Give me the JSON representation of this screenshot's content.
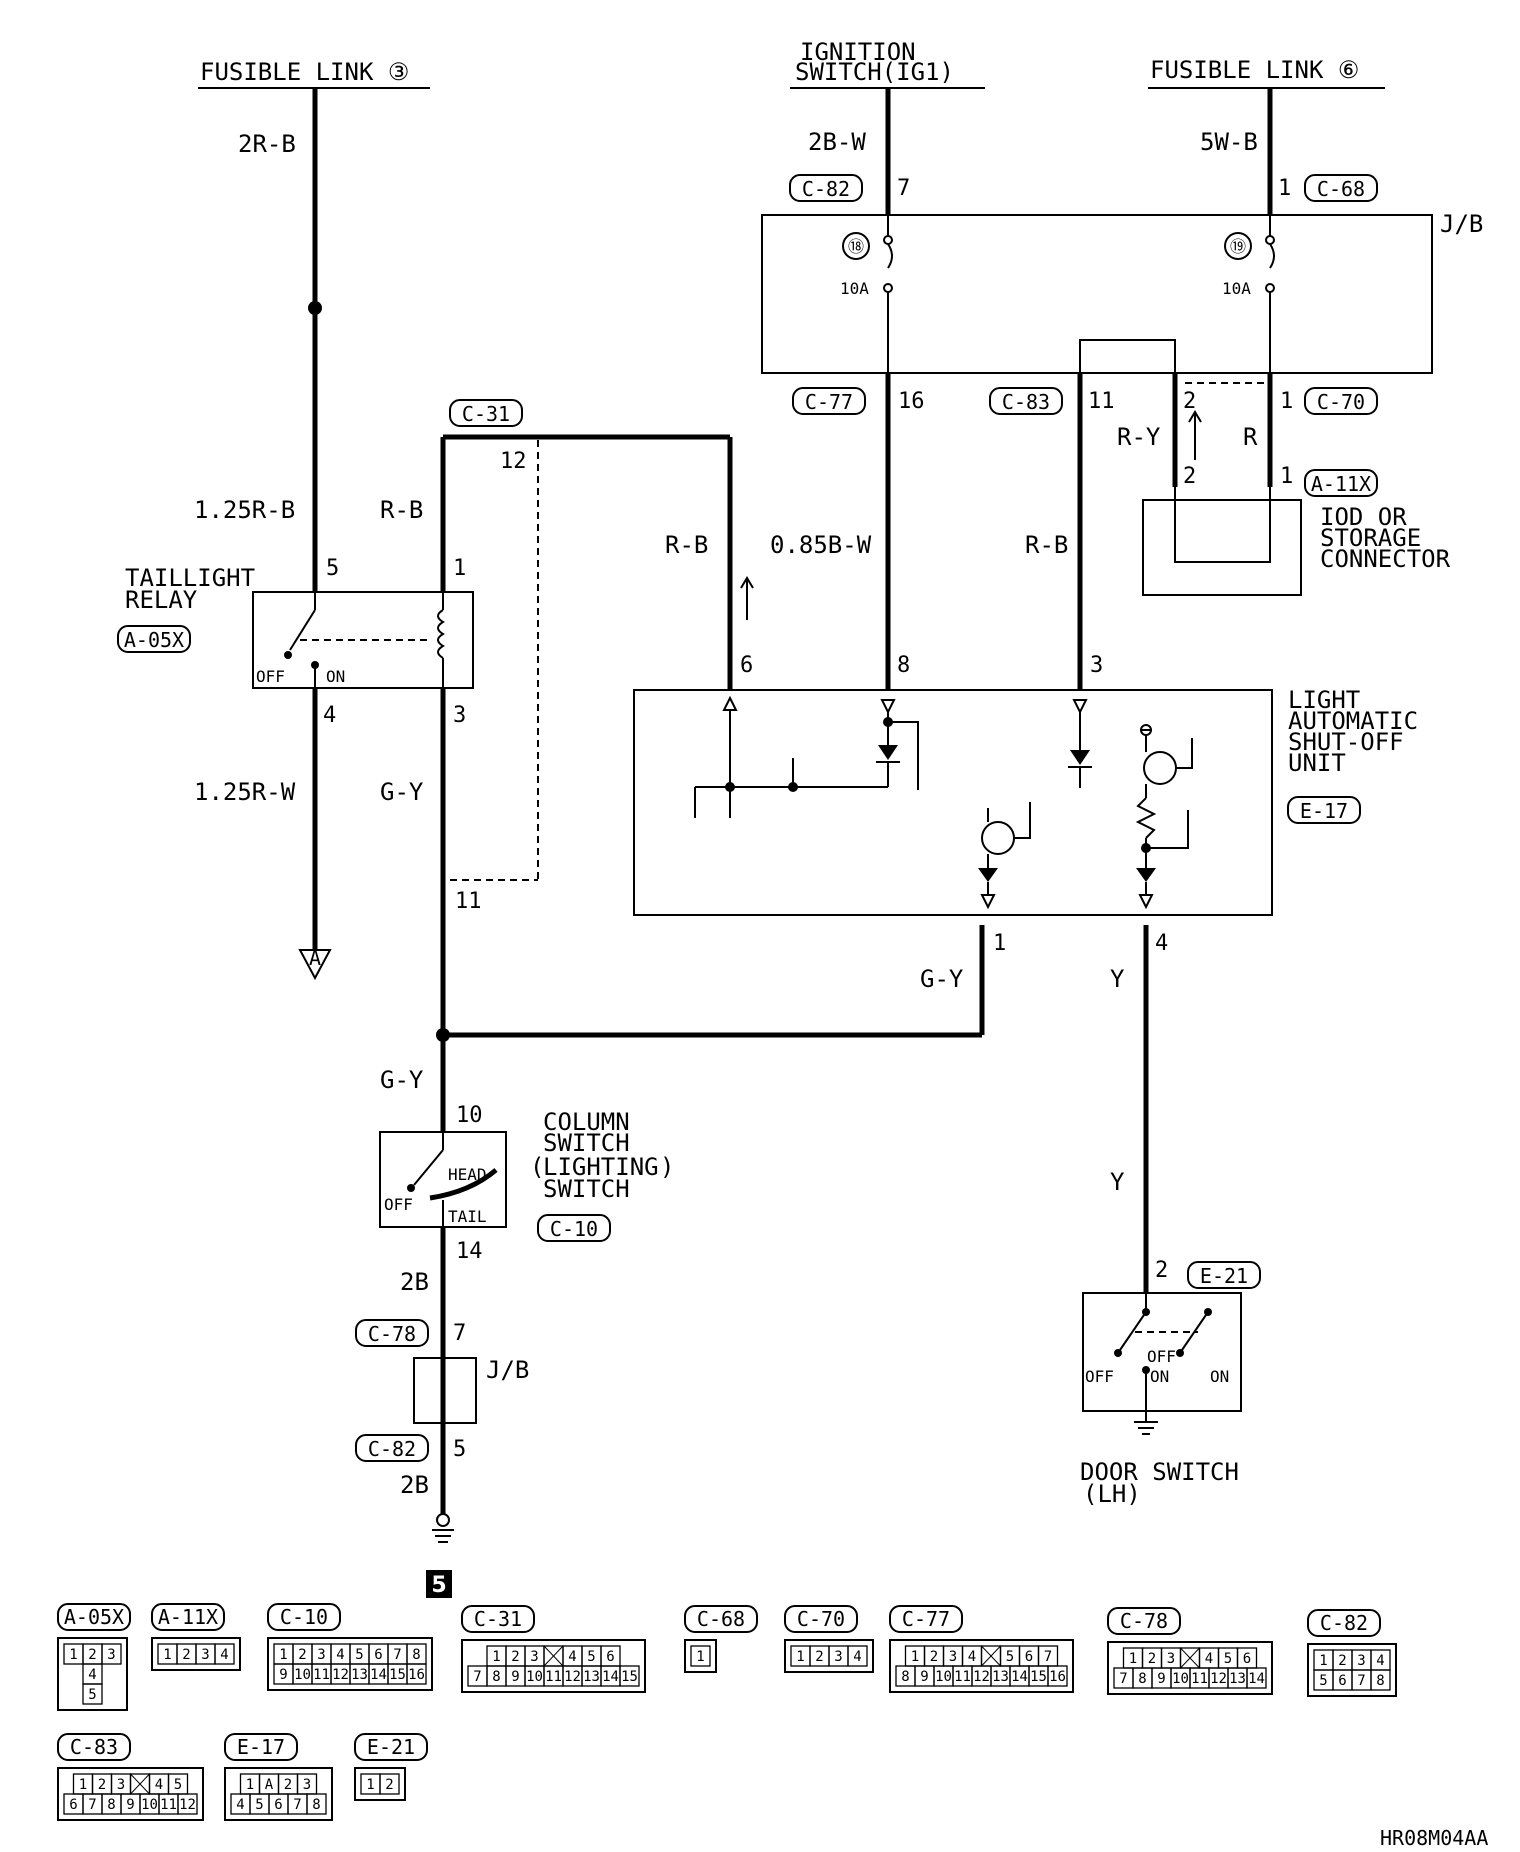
{
  "sources": {
    "fusible_link_3": "FUSIBLE LINK ③",
    "ignition_line1": "IGNITION",
    "ignition_line2": "SWITCH(IG1)",
    "fusible_link_6": "FUSIBLE LINK ⑥"
  },
  "wires": {
    "w_2rb": "2R-B",
    "w_125rb": "1.25R-B",
    "w_rb_relay": "R-B",
    "w_125rw": "1.25R-W",
    "w_gy_relay": "G-Y",
    "w_gy_col": "G-Y",
    "w_gy_unit": "G-Y",
    "w_2b_top": "2B",
    "w_2b_bot": "2B",
    "w_2bw": "2B-W",
    "w_5wb": "5W-B",
    "w_rb_6": "R-B",
    "w_085bw": "0.85B-W",
    "w_rb_3": "R-B",
    "w_ry": "R-Y",
    "w_r": "R",
    "w_y1": "Y",
    "w_y2": "Y"
  },
  "connectors": {
    "c82_top": "C-82",
    "c68": "C-68",
    "c77": "C-77",
    "c83": "C-83",
    "c70": "C-70",
    "a11x": "A-11X",
    "c31": "C-31",
    "a05x": "A-05X",
    "e17": "E-17",
    "c10": "C-10",
    "c78": "C-78",
    "c82_bot": "C-82",
    "e21": "E-21"
  },
  "pins": {
    "p7_top": "7",
    "p1_top": "1",
    "p16": "16",
    "p11_c83": "11",
    "p2_c70": "2",
    "p1_c70": "1",
    "p2_a11": "2",
    "p1_a11": "1",
    "p12": "12",
    "p5_relay": "5",
    "p1_relay": "1",
    "p4_relay": "4",
    "p3_relay": "3",
    "p6": "6",
    "p8": "8",
    "p3_unit": "3",
    "p11_c31": "11",
    "p1_unit": "1",
    "p4_unit": "4",
    "p10": "10",
    "p14": "14",
    "p7_jb": "7",
    "p5_jb": "5",
    "p2_door": "2"
  },
  "components": {
    "jb_top": "J/B",
    "fuse18": "⑱",
    "fuse19": "⑲",
    "fuse18_rating": "10A",
    "fuse19_rating": "10A",
    "iod_line1": "IOD OR",
    "iod_line2": "STORAGE",
    "iod_line3": "CONNECTOR",
    "taillight_line1": "TAILLIGHT",
    "taillight_line2": "RELAY",
    "relay_off": "OFF",
    "relay_on": "ON",
    "unit_line1": "LIGHT",
    "unit_line2": "AUTOMATIC",
    "unit_line3": "SHUT-OFF",
    "unit_line4": "UNIT",
    "column_line1": "COLUMN",
    "column_line2": "SWITCH",
    "column_line3": "LIGHTING",
    "column_line4": "SWITCH",
    "col_head": "HEAD",
    "col_off": "OFF",
    "col_tail": "TAIL",
    "jb_bottom": "J/B",
    "door_line1": "DOOR SWITCH",
    "door_line2": "(LH)",
    "door_off1": "OFF",
    "door_off2": "OFF",
    "door_on1": "ON",
    "door_on2": "ON",
    "ground_ref": "5",
    "arrow_a": "A"
  },
  "connector_faces": [
    {
      "label": "A-05X",
      "rows": [
        [
          "1",
          "2",
          "3"
        ],
        [
          "4"
        ],
        [
          "5"
        ]
      ]
    },
    {
      "label": "A-11X",
      "rows": [
        [
          "1",
          "2",
          "3",
          "4"
        ]
      ]
    },
    {
      "label": "C-10",
      "rows": [
        [
          "1",
          "2",
          "3",
          "4",
          "5",
          "6",
          "7",
          "8"
        ],
        [
          "9",
          "10",
          "11",
          "12",
          "13",
          "14",
          "15",
          "16"
        ]
      ]
    },
    {
      "label": "C-31",
      "rows": [
        [
          "1",
          "2",
          "3",
          "",
          "4",
          "5",
          "6"
        ],
        [
          "7",
          "8",
          "9",
          "10",
          "11",
          "12",
          "13",
          "14",
          "15"
        ]
      ]
    },
    {
      "label": "C-68",
      "rows": [
        [
          "1"
        ]
      ]
    },
    {
      "label": "C-70",
      "rows": [
        [
          "1",
          "2",
          "3",
          "4"
        ]
      ]
    },
    {
      "label": "C-77",
      "rows": [
        [
          "1",
          "2",
          "3",
          "4",
          "",
          "5",
          "6",
          "7"
        ],
        [
          "8",
          "9",
          "10",
          "11",
          "12",
          "13",
          "14",
          "15",
          "16"
        ]
      ]
    },
    {
      "label": "C-78",
      "rows": [
        [
          "1",
          "2",
          "3",
          "",
          "4",
          "5",
          "6"
        ],
        [
          "7",
          "8",
          "9",
          "10",
          "11",
          "12",
          "13",
          "14"
        ]
      ]
    },
    {
      "label": "C-82",
      "rows": [
        [
          "1",
          "2",
          "3",
          "4"
        ],
        [
          "5",
          "6",
          "7",
          "8"
        ]
      ]
    },
    {
      "label": "C-83",
      "rows": [
        [
          "1",
          "2",
          "3",
          "",
          "4",
          "5"
        ],
        [
          "6",
          "7",
          "8",
          "9",
          "10",
          "11",
          "12"
        ]
      ]
    },
    {
      "label": "E-17",
      "rows": [
        [
          "1",
          "A",
          "2",
          "3"
        ],
        [
          "4",
          "5",
          "6",
          "7",
          "8"
        ]
      ]
    },
    {
      "label": "E-21",
      "rows": [
        [
          "1",
          "2"
        ]
      ]
    }
  ],
  "figure_code": "HR08M04AA"
}
